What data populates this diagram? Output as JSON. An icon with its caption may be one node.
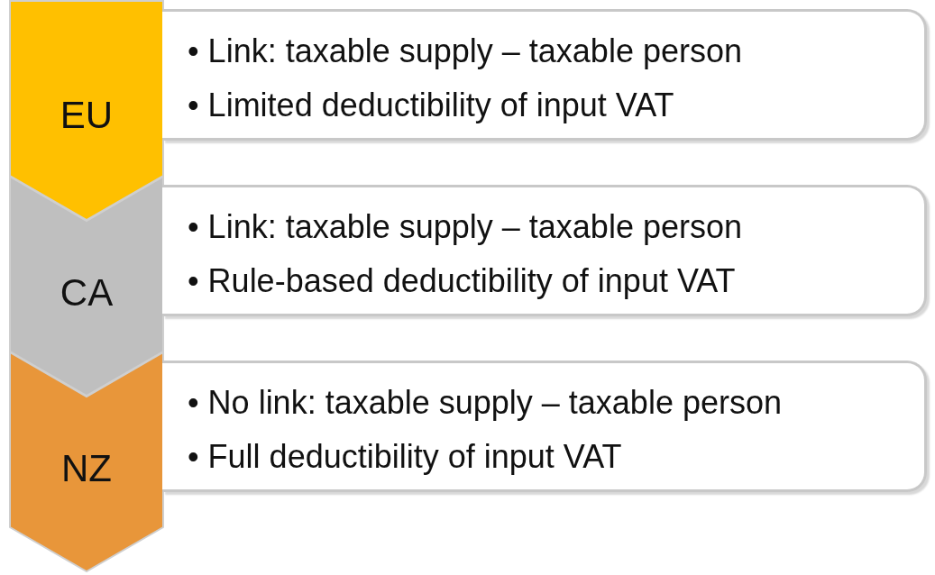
{
  "diagram": {
    "nodes": [
      {
        "text": [
          "EU"
        ]
      },
      {
        "text": [
          "• Link: taxable supply – taxable person",
          "• Limited deductibility of input VAT"
        ]
      },
      {
        "text": [
          "CA"
        ]
      },
      {
        "text": [
          "• Link: taxable supply – taxable person",
          "• Rule-based deductibility of input VAT"
        ]
      },
      {
        "text": [
          "NZ"
        ]
      },
      {
        "text": [
          "• No link: taxable supply – taxable person",
          "• Full deductibility of input VAT"
        ]
      }
    ],
    "edges": []
  }
}
